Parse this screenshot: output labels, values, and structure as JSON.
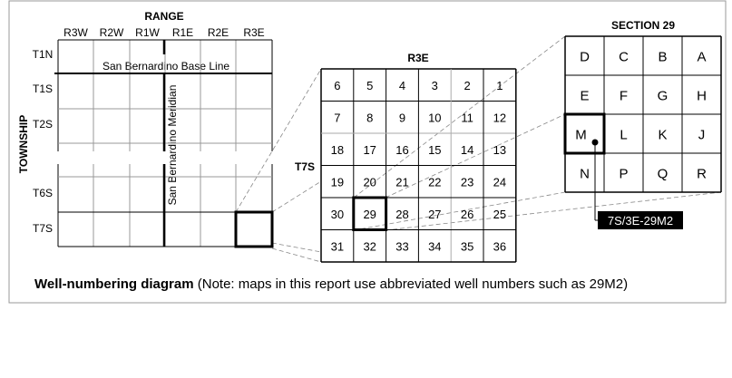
{
  "range_diagram": {
    "title": "RANGE",
    "ranges": [
      "R3W",
      "R2W",
      "R1W",
      "R1E",
      "R2E",
      "R3E"
    ],
    "axis_label": "TOWNSHIP",
    "townships": [
      "T1N",
      "T1S",
      "T2S",
      "T6S",
      "T7S"
    ],
    "base_line": "San Bernardino Base Line",
    "meridian": "San Bernardino Meridian"
  },
  "township_diagram": {
    "title": "R3E",
    "row_label": "T7S",
    "sections": [
      [
        6,
        5,
        4,
        3,
        2,
        1
      ],
      [
        7,
        8,
        9,
        10,
        11,
        12
      ],
      [
        18,
        17,
        16,
        15,
        14,
        13
      ],
      [
        19,
        20,
        21,
        22,
        23,
        24
      ],
      [
        30,
        29,
        28,
        27,
        26,
        25
      ],
      [
        31,
        32,
        33,
        34,
        35,
        36
      ]
    ],
    "highlighted": "29"
  },
  "section_diagram": {
    "title": "SECTION 29",
    "tracts": [
      [
        "D",
        "C",
        "B",
        "A"
      ],
      [
        "E",
        "F",
        "G",
        "H"
      ],
      [
        "M",
        "L",
        "K",
        "J"
      ],
      [
        "N",
        "P",
        "Q",
        "R"
      ]
    ],
    "highlighted": "M",
    "well_label": "7S/3E-29M2"
  },
  "caption": {
    "bold": "Well-numbering diagram",
    "text": " (Note: maps in this report use abbreviated well numbers such as 29M2)"
  }
}
